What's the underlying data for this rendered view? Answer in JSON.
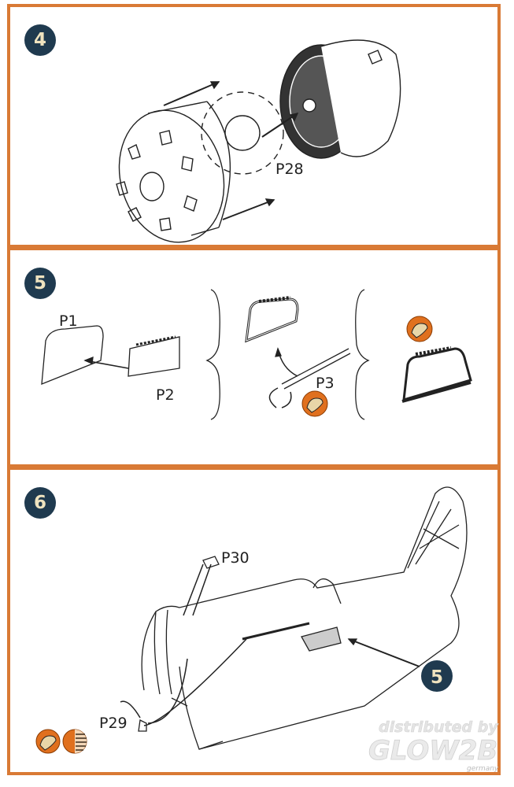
{
  "steps": [
    {
      "number": "4",
      "parts": [
        "P28"
      ]
    },
    {
      "number": "5",
      "parts": [
        "P1",
        "P2",
        "P3"
      ]
    },
    {
      "number": "6",
      "parts": [
        "P30",
        "P29"
      ],
      "callout": "5"
    }
  ],
  "icons": [
    "glue-icon",
    "paint-icon"
  ],
  "colors": {
    "border": "#d97a35",
    "badge": "#1f3a4f",
    "badge_text": "#efe3bf",
    "icon_orange": "#e0701e"
  },
  "watermark": {
    "line1": "distributed by",
    "line2": "GLOW2B",
    "line3": "germany"
  }
}
